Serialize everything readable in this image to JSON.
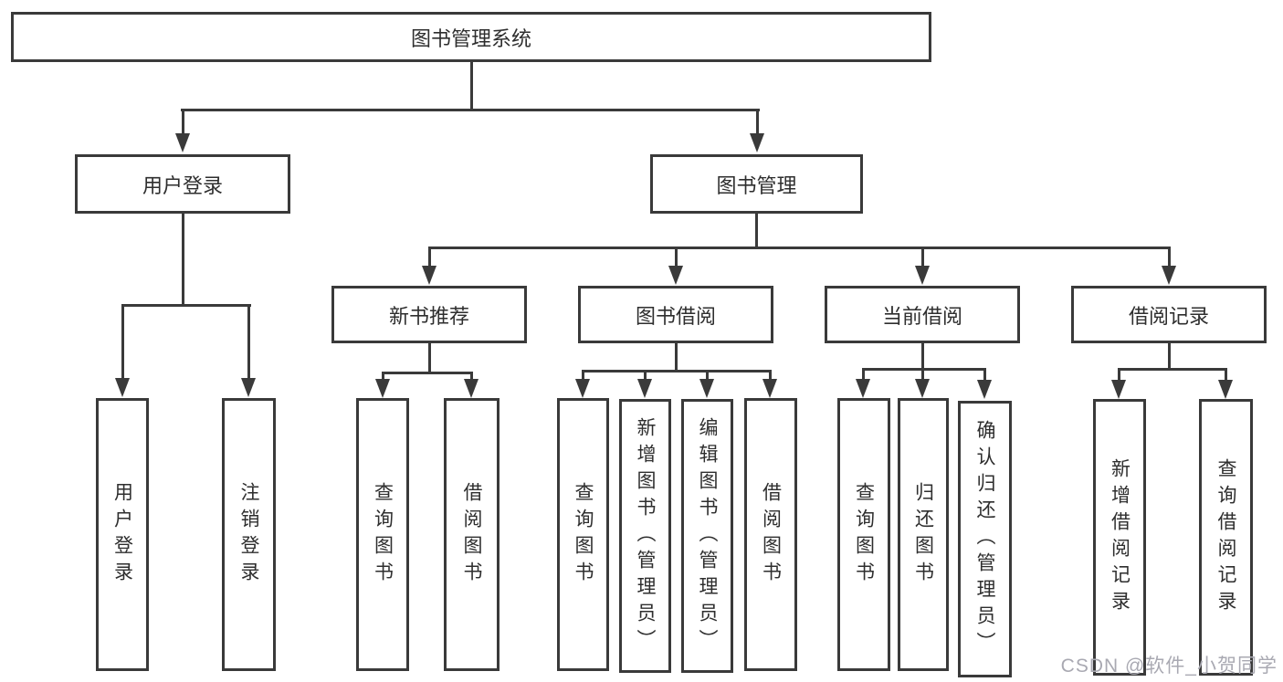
{
  "diagram": {
    "type": "hierarchy",
    "root": {
      "label": "图书管理系统"
    },
    "level2": {
      "user_login": {
        "label": "用户登录"
      },
      "book_management": {
        "label": "图书管理"
      }
    },
    "level3": {
      "new_book_recommend": {
        "label": "新书推荐"
      },
      "book_borrow": {
        "label": "图书借阅"
      },
      "current_borrow": {
        "label": "当前借阅"
      },
      "borrow_records": {
        "label": "借阅记录"
      }
    },
    "leaves": {
      "user_login": "用户登录",
      "logout": "注销登录",
      "nb_query_books": "查询图书",
      "nb_borrow_books": "借阅图书",
      "bb_query_books": "查询图书",
      "bb_add_books": "新增图书（管理员）",
      "bb_edit_books": "编辑图书（管理员）",
      "bb_borrow_books": "借阅图书",
      "cb_query_books": "查询图书",
      "cb_return_books": "归还图书",
      "cb_confirm_return": "确认归还（管理员）",
      "br_add_record": "新增借阅记录",
      "br_query_record": "查询借阅记录"
    }
  },
  "watermark": "CSDN @软件_小贺同学",
  "colors": {
    "line": "#3a3a3a",
    "box_border": "#3a3a3a",
    "text": "#2e2e2e",
    "watermark": "#a9a9b2",
    "background": "#ffffff"
  }
}
